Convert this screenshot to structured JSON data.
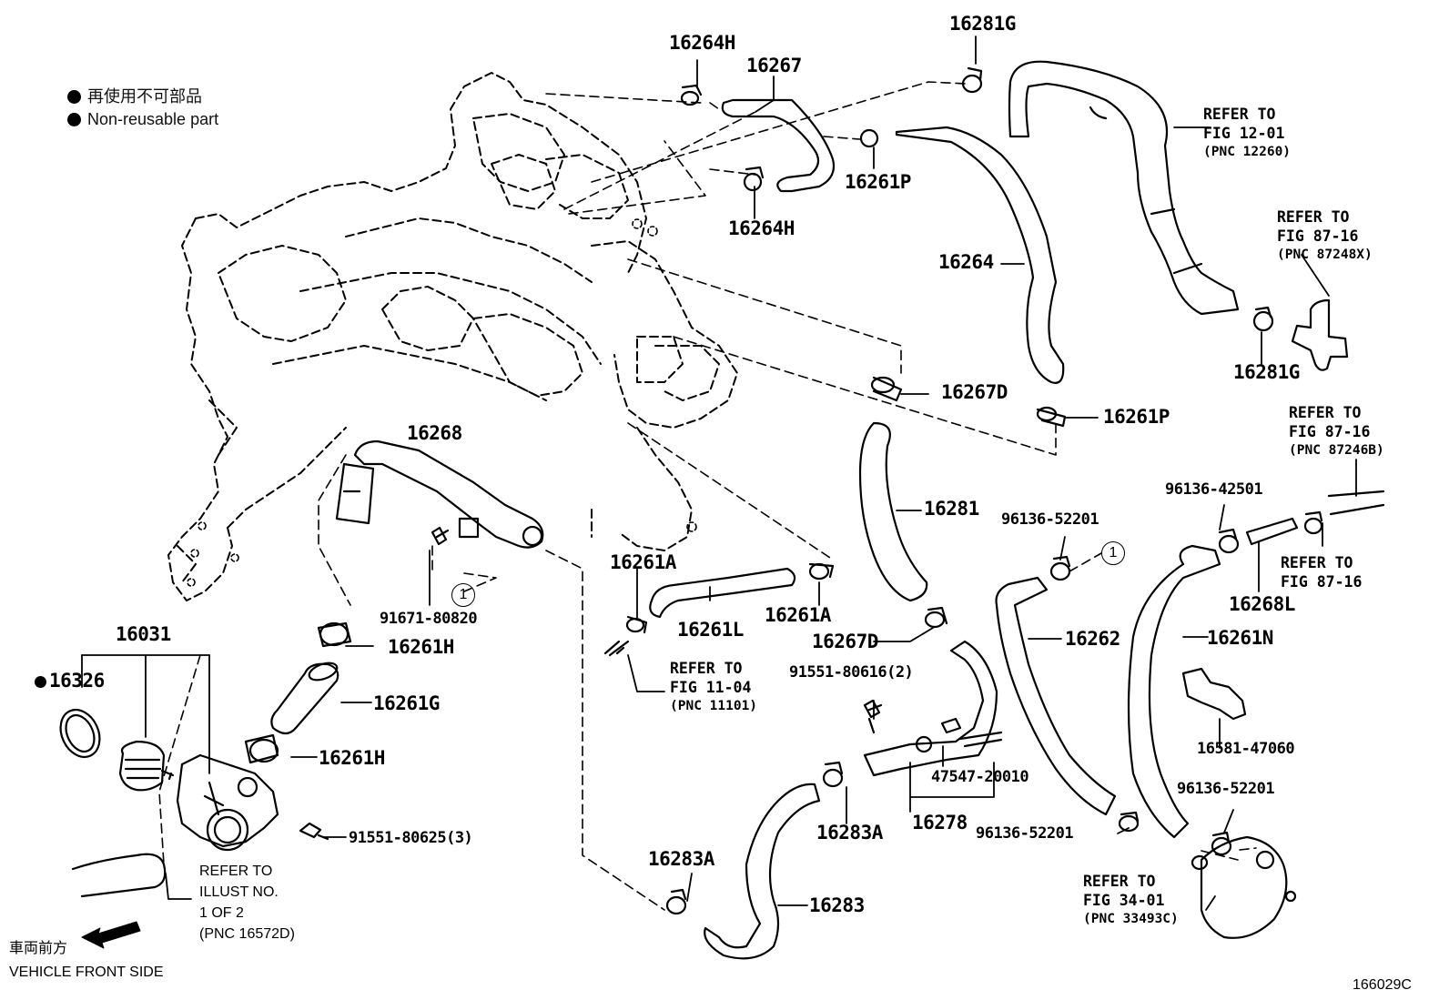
{
  "legend": {
    "jp": "再使用不可部品",
    "en": "Non-reusable part"
  },
  "parts": {
    "p16264H_top": "16264H",
    "p16267": "16267",
    "p16281G_top": "16281G",
    "p16261P_top": "16261P",
    "p16264H_bottom": "16264H",
    "p16264": "16264",
    "p16281G_right": "16281G",
    "p16267D_top": "16267D",
    "p16261P_mid": "16261P",
    "p16268": "16268",
    "p16281": "16281",
    "p96136_52201_a": "96136-52201",
    "p96136_42501": "96136-42501",
    "p16268L": "16268L",
    "p16261A_left": "16261A",
    "p16261L": "16261L",
    "p16261A_right": "16261A",
    "p91671_80820": "91671-80820",
    "p16031": "16031",
    "p16326": "16326",
    "p16261H_top": "16261H",
    "p16261G": "16261G",
    "p16261H_bottom": "16261H",
    "p91551_80625": "91551-80625(3)",
    "p16267D_bottom": "16267D",
    "p91551_80616": "91551-80616(2)",
    "p16262": "16262",
    "p16261N": "16261N",
    "p16581_47060": "16581-47060",
    "p47547_20010": "47547-20010",
    "p16278": "16278",
    "p16283A_mid": "16283A",
    "p16283A_left": "16283A",
    "p16283": "16283",
    "p96136_52201_b": "96136-52201",
    "p96136_52201_c": "96136-52201"
  },
  "refs": {
    "r1": {
      "l1": "REFER TO",
      "l2": "FIG 12-01",
      "l3": "(PNC 12260)"
    },
    "r2": {
      "l1": "REFER TO",
      "l2": "FIG 87-16",
      "l3": "(PNC 87248X)"
    },
    "r3": {
      "l1": "REFER TO",
      "l2": "FIG 87-16",
      "l3": "(PNC 87246B)"
    },
    "r4": {
      "l1": "REFER TO",
      "l2": "FIG 87-16"
    },
    "r5": {
      "l1": "REFER TO",
      "l2": "FIG 11-04",
      "l3": "(PNC 11101)"
    },
    "r6": {
      "l1": "REFER TO",
      "l2": "FIG 34-01",
      "l3": "(PNC 33493C)"
    },
    "r7": {
      "l1": "REFER TO",
      "l2": "ILLUST NO.",
      "l3": "1 OF 2",
      "l4": "(PNC 16572D)"
    }
  },
  "markers": {
    "circle_1": "1",
    "circle_2": "1"
  },
  "direction": {
    "jp": "車両前方",
    "en": "VEHICLE FRONT SIDE"
  },
  "figure_code": "166029C"
}
